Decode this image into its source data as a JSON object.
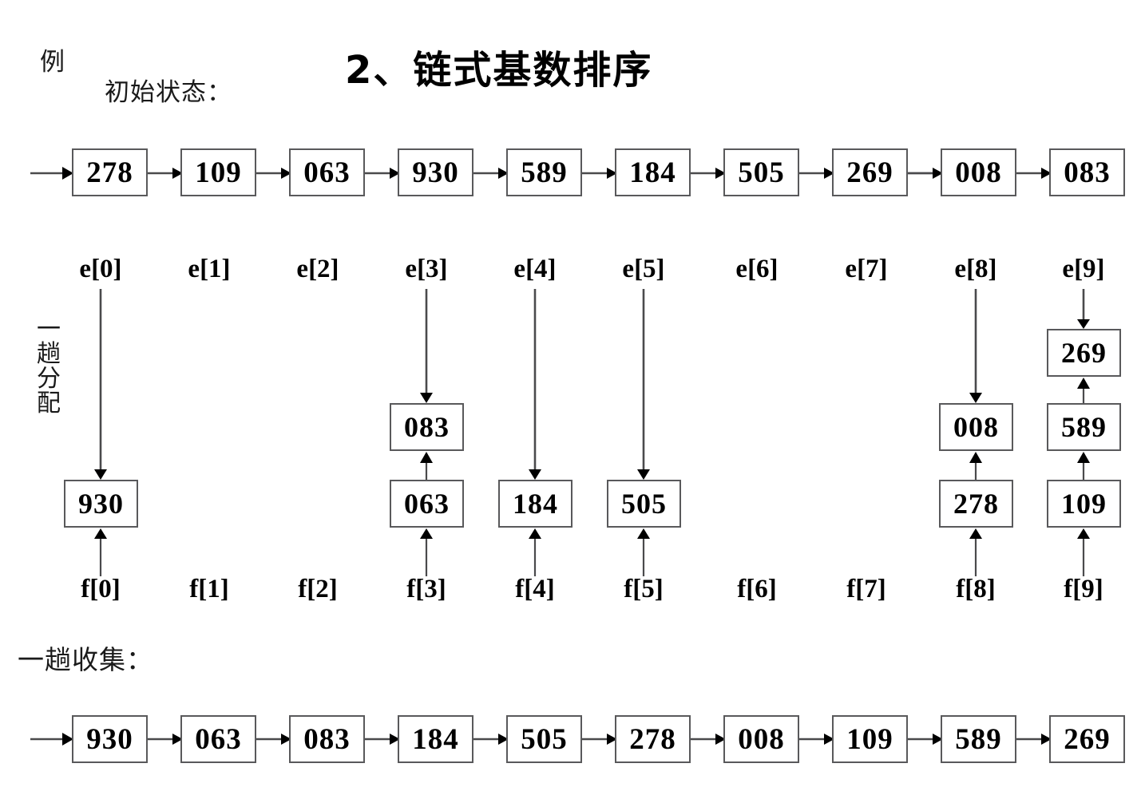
{
  "title": "2、链式基数排序",
  "labels": {
    "example": "例",
    "initial_state": "初始状态：",
    "one_pass_distribute": [
      "一",
      "趟",
      "分",
      "配"
    ],
    "one_pass_collect": "一趟收集："
  },
  "initial_list": {
    "name": "initial-linked-list",
    "nodes": [
      "278",
      "109",
      "063",
      "930",
      "589",
      "184",
      "505",
      "269",
      "008",
      "083"
    ],
    "has_head_arrow": true
  },
  "buckets": {
    "e_labels": [
      "e[0]",
      "e[1]",
      "e[2]",
      "e[3]",
      "e[4]",
      "e[5]",
      "e[6]",
      "e[7]",
      "e[8]",
      "e[9]"
    ],
    "f_labels": [
      "f[0]",
      "f[1]",
      "f[2]",
      "f[3]",
      "f[4]",
      "f[5]",
      "f[6]",
      "f[7]",
      "f[8]",
      "f[9]"
    ],
    "columns": [
      {
        "index": 0,
        "nodes": [
          "930"
        ]
      },
      {
        "index": 1,
        "nodes": []
      },
      {
        "index": 2,
        "nodes": []
      },
      {
        "index": 3,
        "nodes": [
          "063",
          "083"
        ]
      },
      {
        "index": 4,
        "nodes": [
          "184"
        ]
      },
      {
        "index": 5,
        "nodes": [
          "505"
        ]
      },
      {
        "index": 6,
        "nodes": []
      },
      {
        "index": 7,
        "nodes": []
      },
      {
        "index": 8,
        "nodes": [
          "278",
          "008"
        ]
      },
      {
        "index": 9,
        "nodes": [
          "109",
          "589",
          "269"
        ]
      }
    ]
  },
  "collected_list": {
    "name": "collected-linked-list",
    "nodes": [
      "930",
      "063",
      "083",
      "184",
      "505",
      "278",
      "008",
      "109",
      "589",
      "269"
    ],
    "has_head_arrow": true
  },
  "colors": {
    "background": "#ffffff",
    "box_border": "#59595b",
    "arrow": "#4a4a4c",
    "text": "#000000"
  }
}
